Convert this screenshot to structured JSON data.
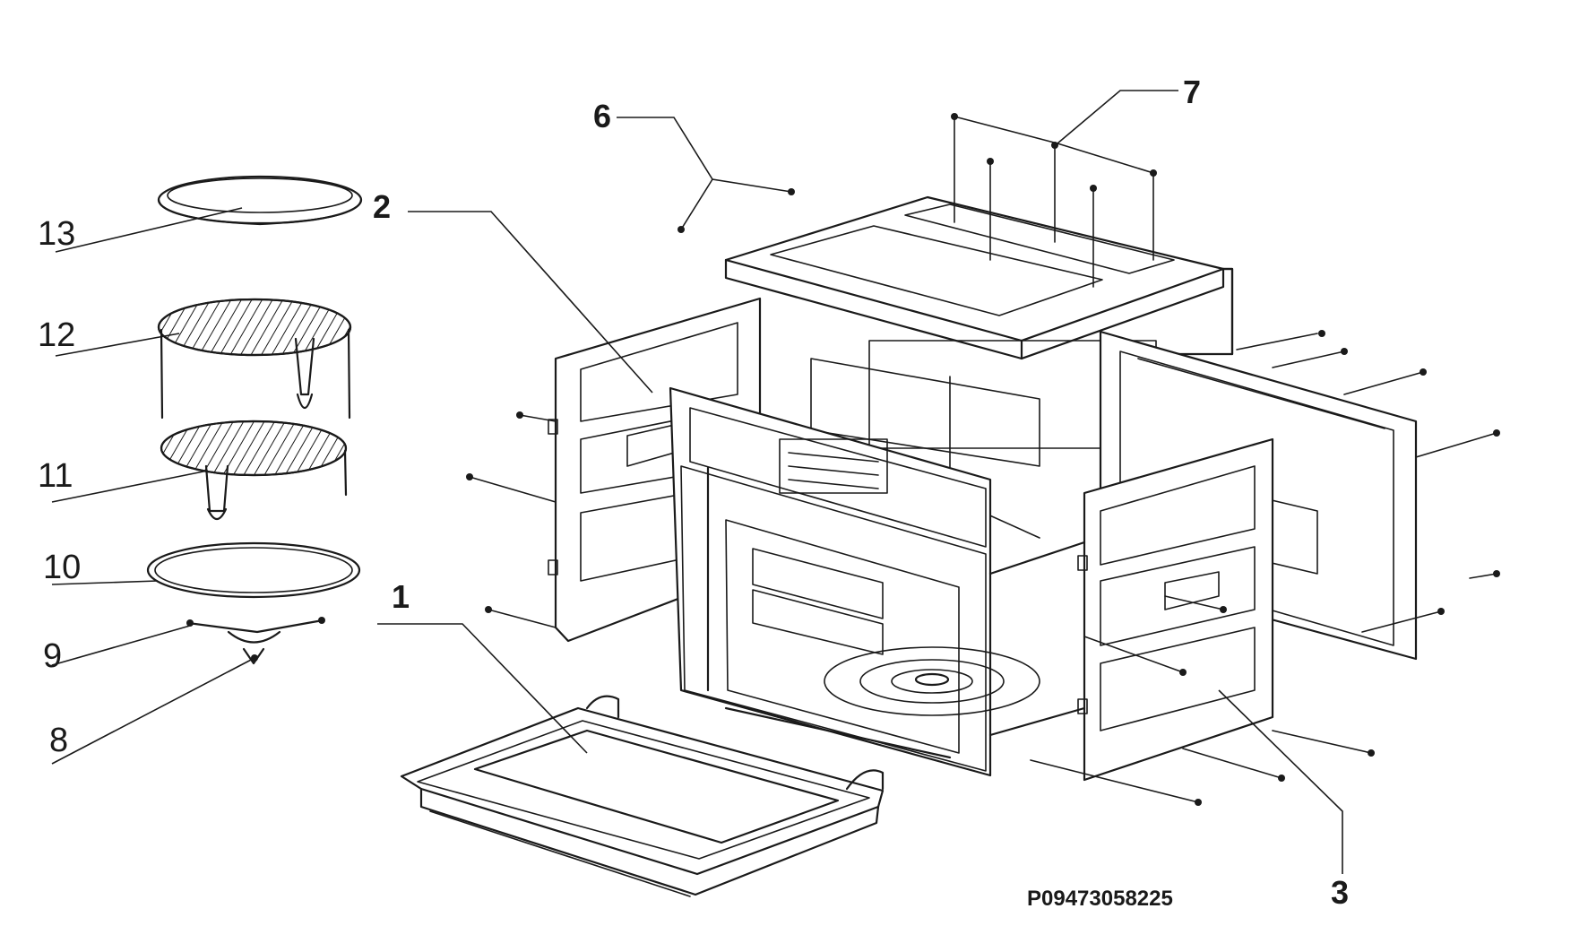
{
  "diagram": {
    "part_code": "P09473058225",
    "callouts": {
      "door": "1",
      "left_side_panel": "2",
      "right_side_panel": "3",
      "top_cover": "6",
      "top_screws": "7",
      "turntable_coupler": "8",
      "roller_support": "9",
      "roller_ring": "10",
      "low_rack": "11",
      "high_rack": "12",
      "baking_tray": "13"
    }
  }
}
